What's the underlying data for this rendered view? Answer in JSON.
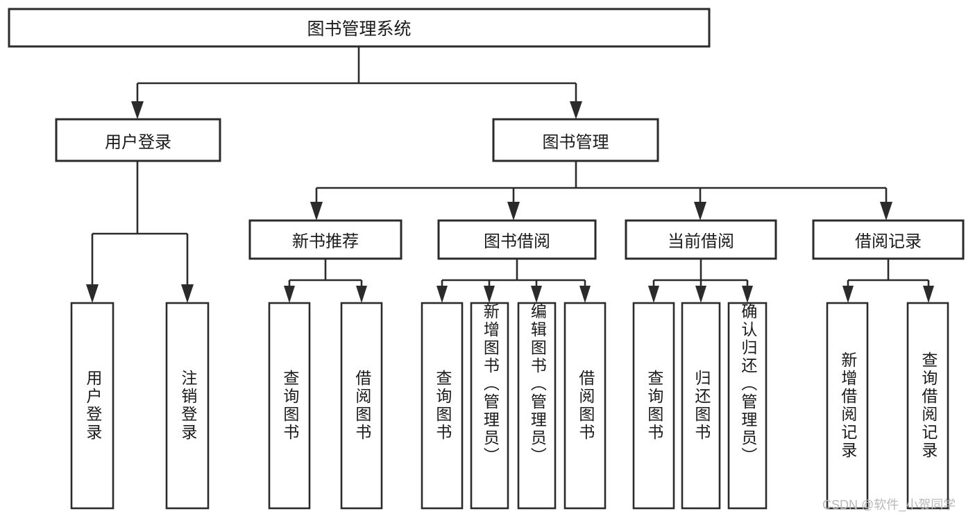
{
  "diagram": {
    "type": "tree-hierarchy",
    "root": {
      "id": "root",
      "label": "图书管理系统",
      "orientation": "horizontal"
    },
    "level1": [
      {
        "id": "user-login",
        "label": "用户登录",
        "orientation": "horizontal"
      },
      {
        "id": "book-management",
        "label": "图书管理",
        "orientation": "horizontal"
      }
    ],
    "level2": [
      {
        "id": "new-book-recommend",
        "label": "新书推荐",
        "parent": "book-management",
        "orientation": "horizontal"
      },
      {
        "id": "book-borrow",
        "label": "图书借阅",
        "parent": "book-management",
        "orientation": "horizontal"
      },
      {
        "id": "current-borrow",
        "label": "当前借阅",
        "parent": "book-management",
        "orientation": "horizontal"
      },
      {
        "id": "borrow-record",
        "label": "借阅记录",
        "parent": "book-management",
        "orientation": "horizontal"
      }
    ],
    "leaves": [
      {
        "id": "leaf-user-login",
        "label": "用户登录",
        "parent": "user-login",
        "orientation": "vertical"
      },
      {
        "id": "leaf-logout-login",
        "label": "注销登录",
        "parent": "user-login",
        "orientation": "vertical"
      },
      {
        "id": "leaf-query-book-1",
        "label": "查询图书",
        "parent": "new-book-recommend",
        "orientation": "vertical"
      },
      {
        "id": "leaf-borrow-book-1",
        "label": "借阅图书",
        "parent": "new-book-recommend",
        "orientation": "vertical"
      },
      {
        "id": "leaf-query-book-2",
        "label": "查询图书",
        "parent": "book-borrow",
        "orientation": "vertical"
      },
      {
        "id": "leaf-add-book-admin",
        "label": "新增图书（管理员）",
        "parent": "book-borrow",
        "orientation": "vertical"
      },
      {
        "id": "leaf-edit-book-admin",
        "label": "编辑图书（管理员）",
        "parent": "book-borrow",
        "orientation": "vertical"
      },
      {
        "id": "leaf-borrow-book-2",
        "label": "借阅图书",
        "parent": "book-borrow",
        "orientation": "vertical"
      },
      {
        "id": "leaf-query-book-3",
        "label": "查询图书",
        "parent": "current-borrow",
        "orientation": "vertical"
      },
      {
        "id": "leaf-return-book",
        "label": "归还图书",
        "parent": "current-borrow",
        "orientation": "vertical"
      },
      {
        "id": "leaf-confirm-return-admin",
        "label": "确认归还（管理员）",
        "parent": "current-borrow",
        "orientation": "vertical"
      },
      {
        "id": "leaf-add-borrow-record",
        "label": "新增借阅记录",
        "parent": "borrow-record",
        "orientation": "vertical"
      },
      {
        "id": "leaf-query-borrow-record",
        "label": "查询借阅记录",
        "parent": "borrow-record",
        "orientation": "vertical"
      }
    ]
  },
  "watermark": {
    "text": "CSDN @软件_小贺同学"
  },
  "colors": {
    "stroke": "#2b2b2b",
    "box_fill": "#ffffff",
    "text": "#1a1a1a",
    "background": "#ffffff",
    "watermark": "#b9b9b9"
  }
}
